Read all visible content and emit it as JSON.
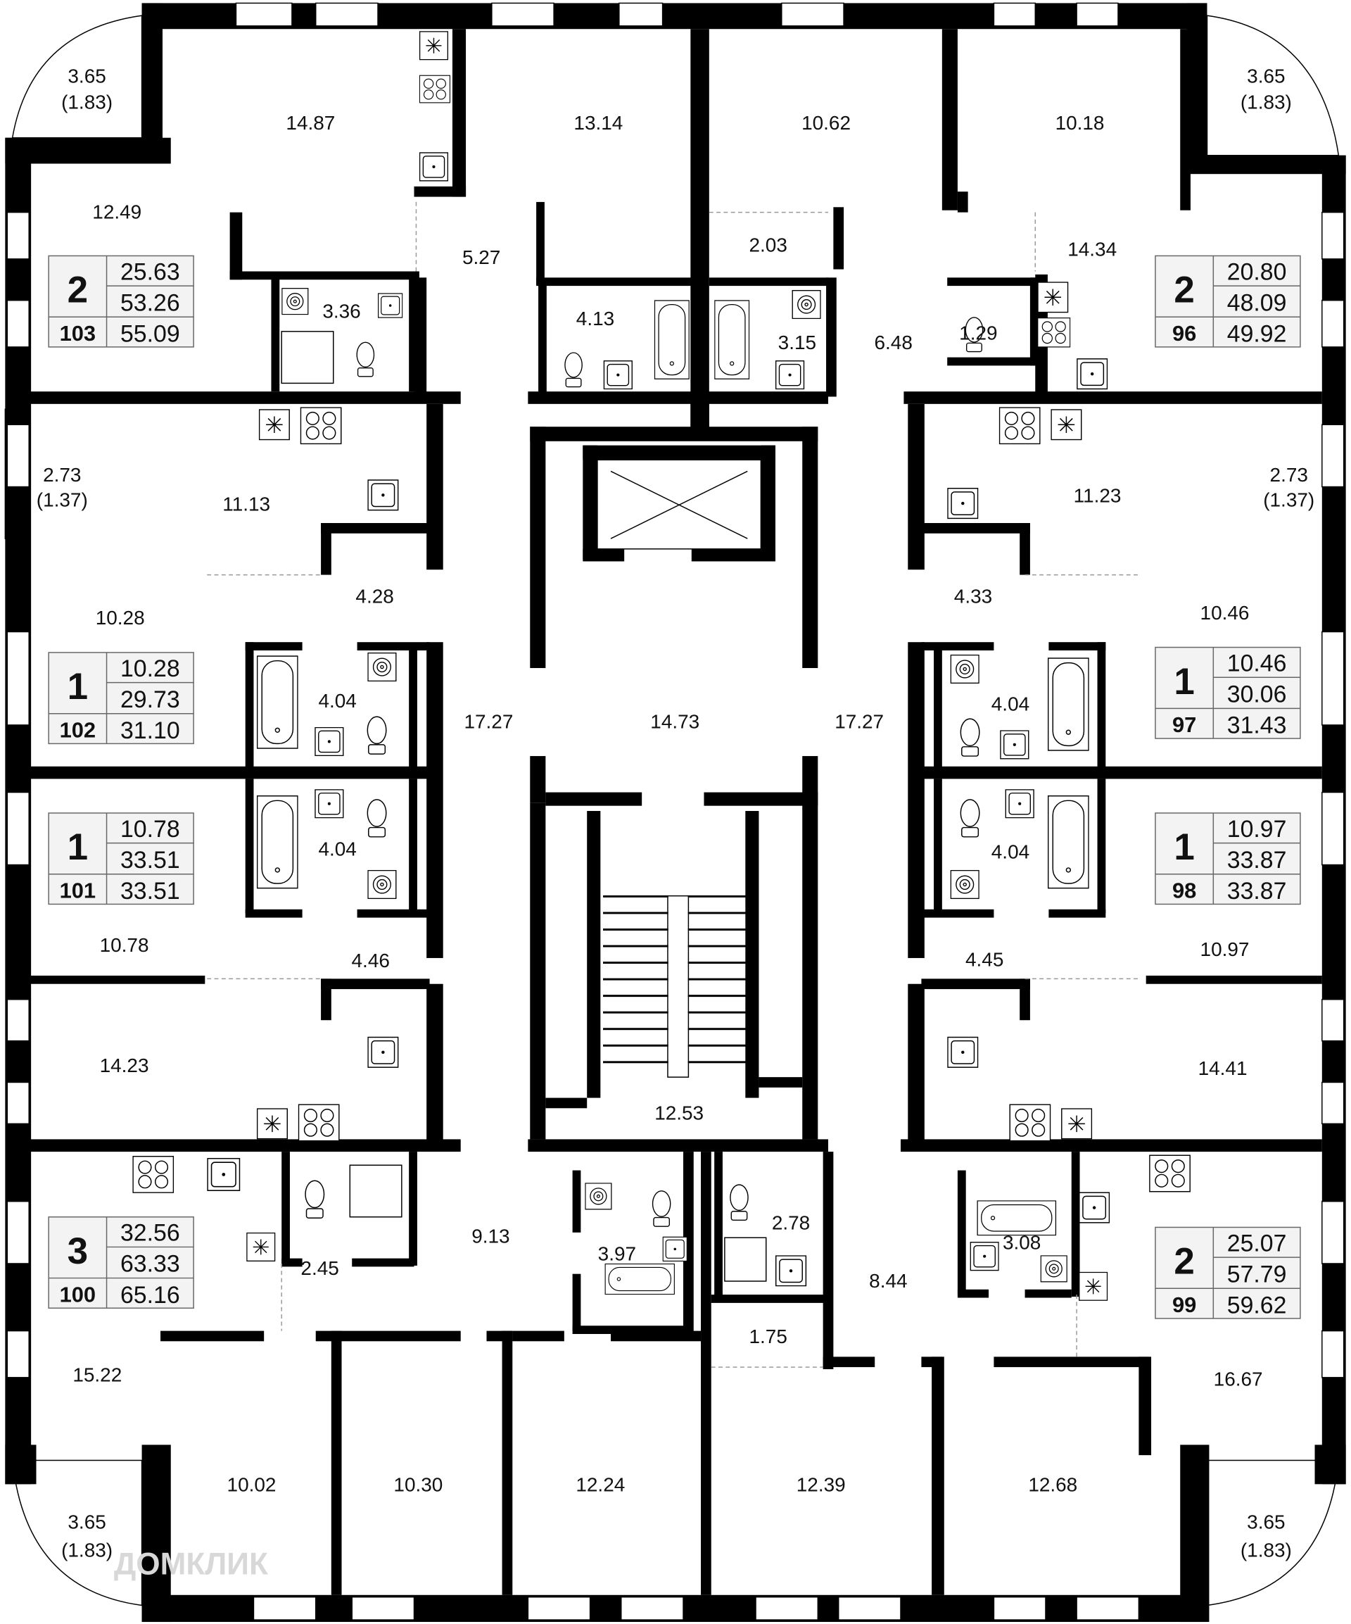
{
  "watermark": "ДОМКЛИК",
  "rooms": [
    {
      "area": "14.87"
    },
    {
      "area": "13.14"
    },
    {
      "area": "10.62"
    },
    {
      "area": "10.18"
    },
    {
      "area": "12.49"
    },
    {
      "area": "5.27"
    },
    {
      "area": "2.03"
    },
    {
      "area": "14.34"
    },
    {
      "area": "3.36"
    },
    {
      "area": "4.13"
    },
    {
      "area": "3.15"
    },
    {
      "area": "6.48"
    },
    {
      "area": "1.29"
    },
    {
      "area": "11.13"
    },
    {
      "area": "11.23"
    },
    {
      "area": "4.28"
    },
    {
      "area": "4.33"
    },
    {
      "area": "10.28"
    },
    {
      "area": "10.46"
    },
    {
      "area": "4.04"
    },
    {
      "area": "4.04"
    },
    {
      "area": "17.27"
    },
    {
      "area": "14.73"
    },
    {
      "area": "17.27"
    },
    {
      "area": "4.04"
    },
    {
      "area": "4.04"
    },
    {
      "area": "10.78"
    },
    {
      "area": "10.97"
    },
    {
      "area": "4.46"
    },
    {
      "area": "4.45"
    },
    {
      "area": "14.23"
    },
    {
      "area": "14.41"
    },
    {
      "area": "12.53"
    },
    {
      "area": "9.13"
    },
    {
      "area": "2.45"
    },
    {
      "area": "3.97"
    },
    {
      "area": "2.78"
    },
    {
      "area": "3.08"
    },
    {
      "area": "8.44"
    },
    {
      "area": "1.75"
    },
    {
      "area": "15.22"
    },
    {
      "area": "16.67"
    },
    {
      "area": "10.02"
    },
    {
      "area": "10.30"
    },
    {
      "area": "12.24"
    },
    {
      "area": "12.39"
    },
    {
      "area": "12.68"
    }
  ],
  "balconies": [
    {
      "area": "3.65",
      "reduced": "(1.83)"
    },
    {
      "area": "3.65",
      "reduced": "(1.83)"
    },
    {
      "area": "2.73",
      "reduced": "(1.37)"
    },
    {
      "area": "2.73",
      "reduced": "(1.37)"
    },
    {
      "area": "3.65",
      "reduced": "(1.83)"
    },
    {
      "area": "3.65",
      "reduced": "(1.83)"
    }
  ],
  "apartments": [
    {
      "number": "103",
      "rooms": "2",
      "living": "25.63",
      "total": "53.26",
      "total_with_balcony": "55.09"
    },
    {
      "number": "102",
      "rooms": "1",
      "living": "10.28",
      "total": "29.73",
      "total_with_balcony": "31.10"
    },
    {
      "number": "101",
      "rooms": "1",
      "living": "10.78",
      "total": "33.51",
      "total_with_balcony": "33.51"
    },
    {
      "number": "100",
      "rooms": "3",
      "living": "32.56",
      "total": "63.33",
      "total_with_balcony": "65.16"
    },
    {
      "number": "96",
      "rooms": "2",
      "living": "20.80",
      "total": "48.09",
      "total_with_balcony": "49.92"
    },
    {
      "number": "97",
      "rooms": "1",
      "living": "10.46",
      "total": "30.06",
      "total_with_balcony": "31.43"
    },
    {
      "number": "98",
      "rooms": "1",
      "living": "10.97",
      "total": "33.87",
      "total_with_balcony": "33.87"
    },
    {
      "number": "99",
      "rooms": "2",
      "living": "25.07",
      "total": "57.79",
      "total_with_balcony": "59.62"
    }
  ]
}
